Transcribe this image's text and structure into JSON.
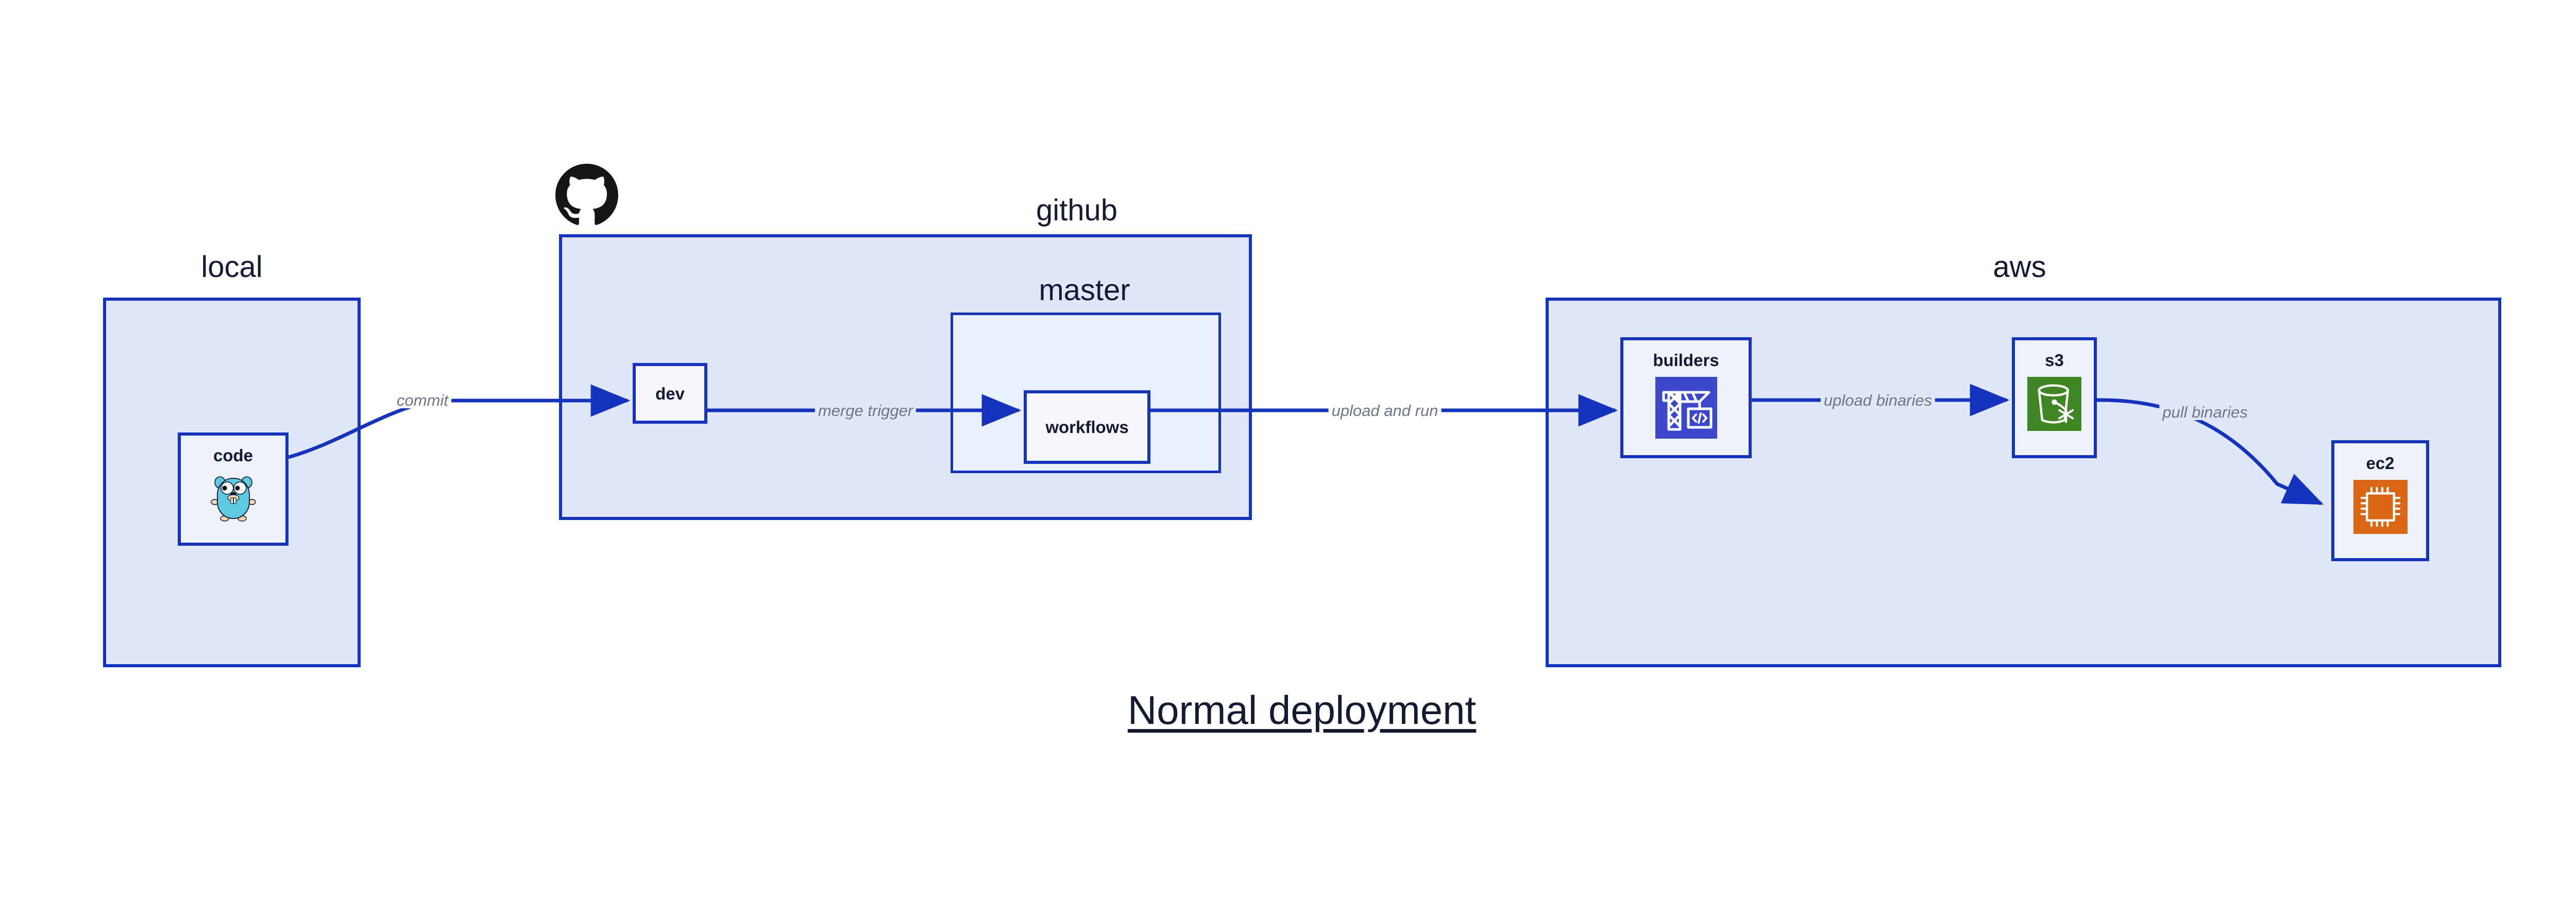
{
  "diagram": {
    "title": "Normal deployment",
    "colors": {
      "group_fill": "#e0e7fb",
      "subgroup_fill": "#e9effc",
      "node_fill": "#eef2fd",
      "plain_node_fill": "#f5f7fd",
      "border": "#1434bd",
      "edge": "#1434bd",
      "label_text": "#141a31",
      "edge_label_text": "#6e7585",
      "background": "#ffffff",
      "codebuild_tile": "#3b48cc",
      "s3_tile": "#3f8624",
      "ec2_tile": "#d86613",
      "gopher_body": "#5dc9e2",
      "octocat": "#161614"
    }
  },
  "groups": [
    {
      "id": "local",
      "label": "local"
    },
    {
      "id": "github",
      "label": "github"
    },
    {
      "id": "master",
      "label": "master"
    },
    {
      "id": "aws",
      "label": "aws"
    }
  ],
  "nodes": [
    {
      "id": "code",
      "label": "code",
      "icon": "go-gopher-icon"
    },
    {
      "id": "dev",
      "label": "dev",
      "icon": ""
    },
    {
      "id": "workflows",
      "label": "workflows",
      "icon": ""
    },
    {
      "id": "builders",
      "label": "builders",
      "icon": "aws-codebuild-icon"
    },
    {
      "id": "s3",
      "label": "s3",
      "icon": "aws-s3-icon"
    },
    {
      "id": "ec2",
      "label": "ec2",
      "icon": "aws-ec2-icon"
    }
  ],
  "edges": [
    {
      "id": "commit",
      "label": "commit",
      "from": "code",
      "to": "dev"
    },
    {
      "id": "merge-trigger",
      "label": "merge trigger",
      "from": "dev",
      "to": "workflows"
    },
    {
      "id": "upload-and-run",
      "label": "upload and run",
      "from": "workflows",
      "to": "builders"
    },
    {
      "id": "upload-binaries",
      "label": "upload binaries",
      "from": "builders",
      "to": "s3"
    },
    {
      "id": "pull-binaries",
      "label": "pull binaries",
      "from": "s3",
      "to": "ec2"
    }
  ],
  "icons": {
    "octocat": "github-octocat-icon"
  }
}
